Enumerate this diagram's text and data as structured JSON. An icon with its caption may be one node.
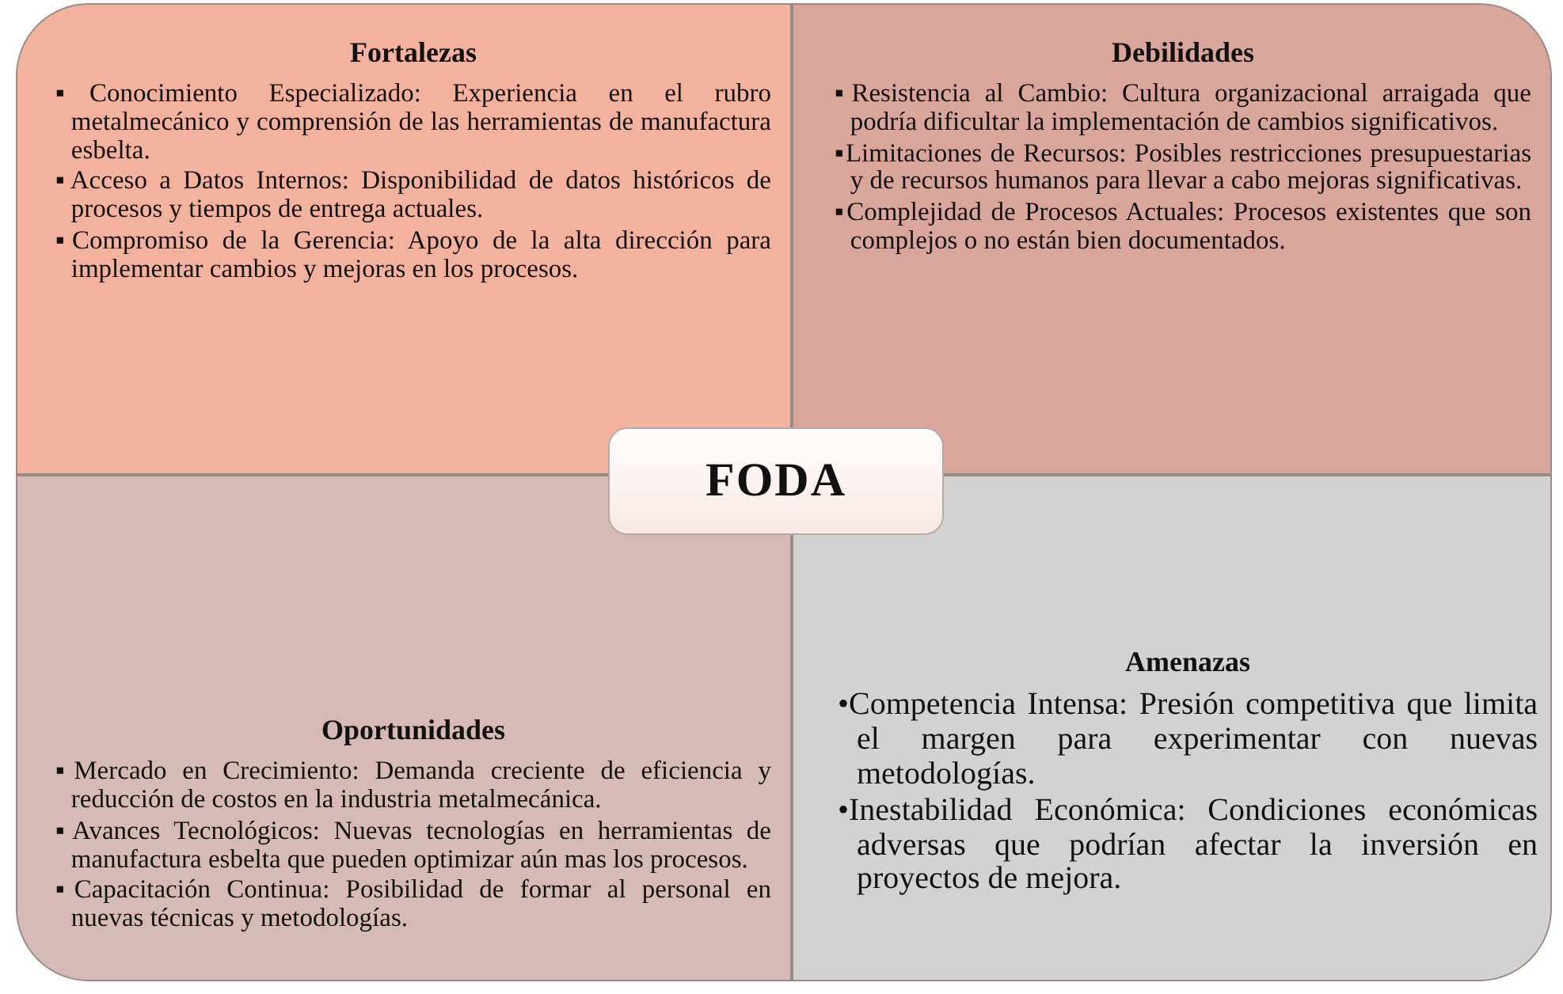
{
  "diagram": {
    "nodes": [
      {
        "text": [
          "Fortalezas",
          "▪Conocimiento Especializado: Experiencia en el rubro metalmecánico y comprensión de las herramientas de manufactura esbelta.",
          "▪Acceso a Datos Internos: Disponibilidad de datos históricos de procesos y tiempos de entrega actuales.",
          "▪Compromiso de la Gerencia: Apoyo de la alta dirección para implementar cambios y mejoras en los procesos."
        ]
      },
      {
        "text": [
          "Debilidades",
          "▪Resistencia al Cambio: Cultura organizacional arraigada que podría dificultar la implementación de cambios significativos.",
          "▪Limitaciones de Recursos: Posibles restricciones presupuestarias y de recursos humanos para llevar a cabo mejoras significativas.",
          "▪Complejidad de Procesos Actuales: Procesos existentes que son complejos o no están bien documentados."
        ]
      },
      {
        "text": [
          "FODA"
        ]
      },
      {
        "text": [
          "Oportunidades",
          "▪Mercado en Crecimiento: Demanda creciente de eficiencia y reducción de costos en la industria metalmecánica.",
          "▪Avances Tecnológicos: Nuevas tecnologías en herramientas de manufactura esbelta que pueden optimizar aún mas los procesos.",
          "▪Capacitación Continua: Posibilidad de formar al personal en nuevas técnicas y metodologías."
        ]
      },
      {
        "text": [
          "Amenazas",
          "•Competencia Intensa: Presión competitiva que limita el margen para experimentar con nuevas metodologías.",
          "•Inestabilidad Económica: Condiciones económicas adversas que podrían afectar la inversión en proyectos de mejora."
        ]
      }
    ]
  }
}
